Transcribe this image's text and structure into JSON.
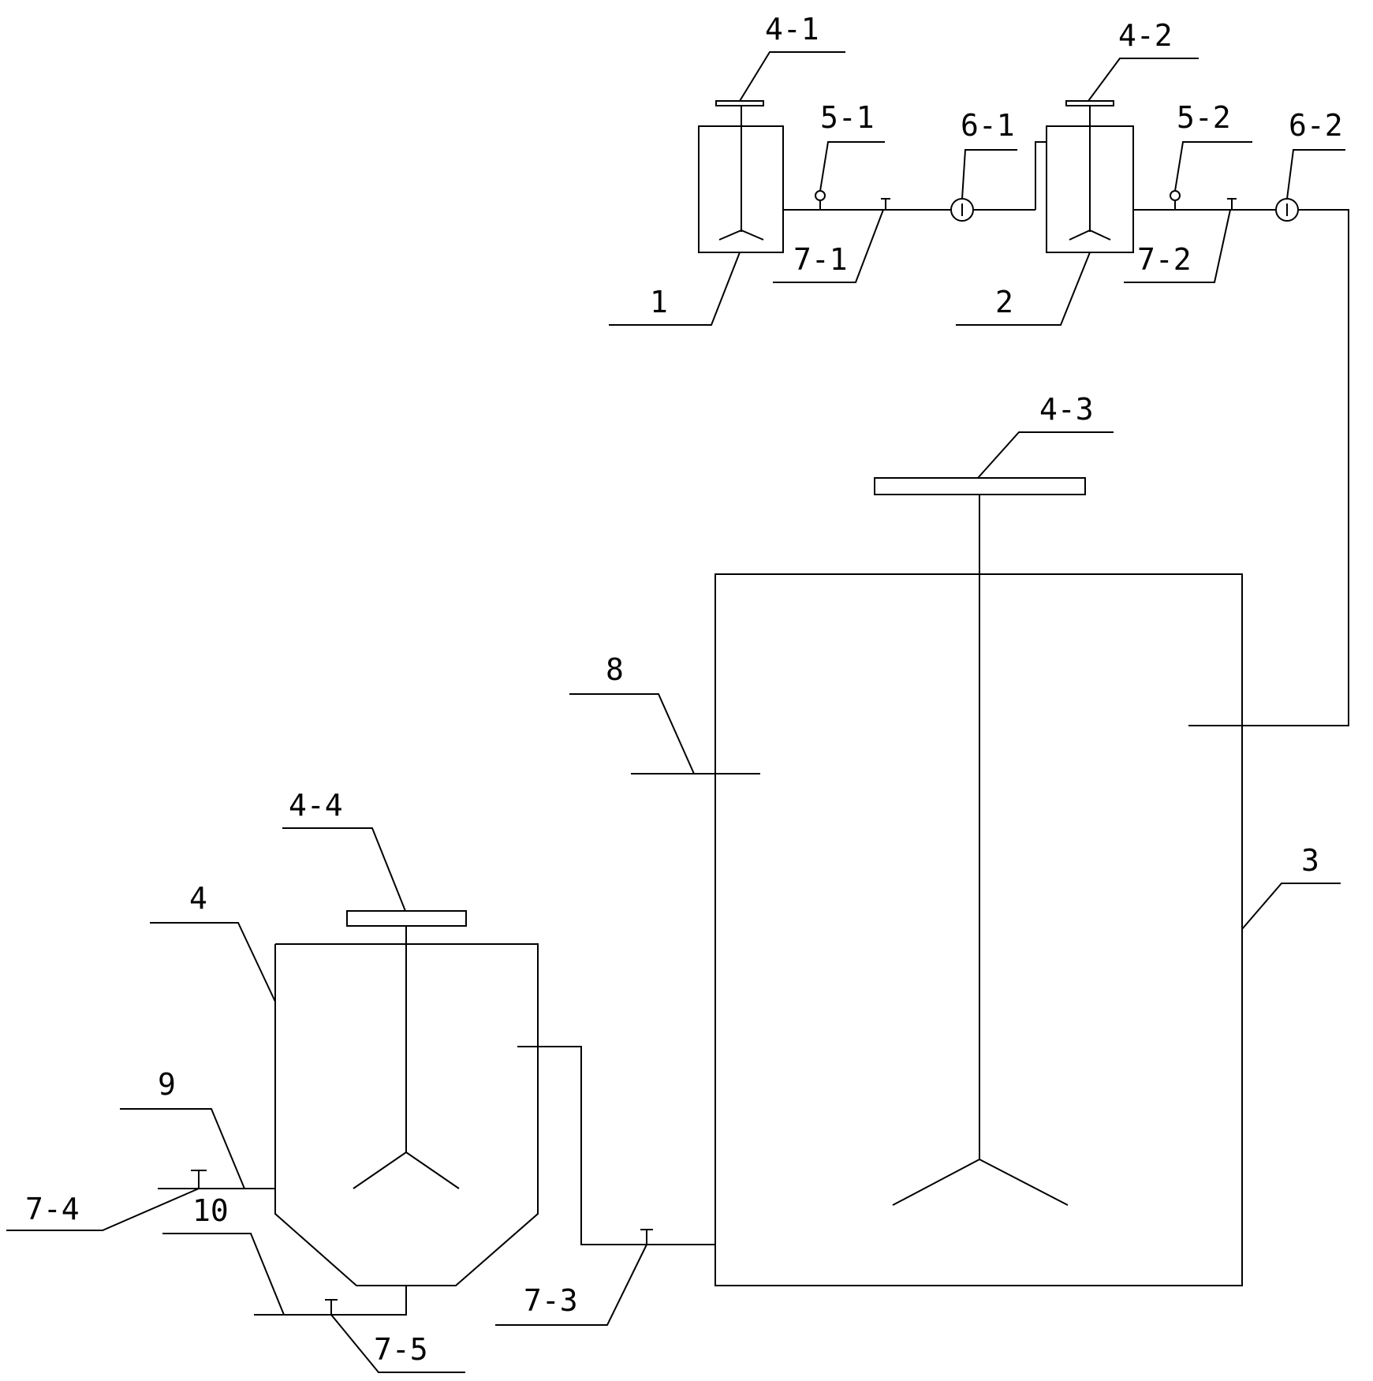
{
  "labels": {
    "l_4_1": "4-1",
    "l_4_2": "4-2",
    "l_5_1": "5-1",
    "l_5_2": "5-2",
    "l_6_1": "6-1",
    "l_6_2": "6-2",
    "l_7_1": "7-1",
    "l_7_2": "7-2",
    "l_1": "1",
    "l_2": "2",
    "l_4_3": "4-3",
    "l_8": "8",
    "l_3": "3",
    "l_4_4": "4-4",
    "l_4": "4",
    "l_9": "9",
    "l_7_4": "7-4",
    "l_10": "10",
    "l_7_3": "7-3",
    "l_7_5": "7-5"
  }
}
